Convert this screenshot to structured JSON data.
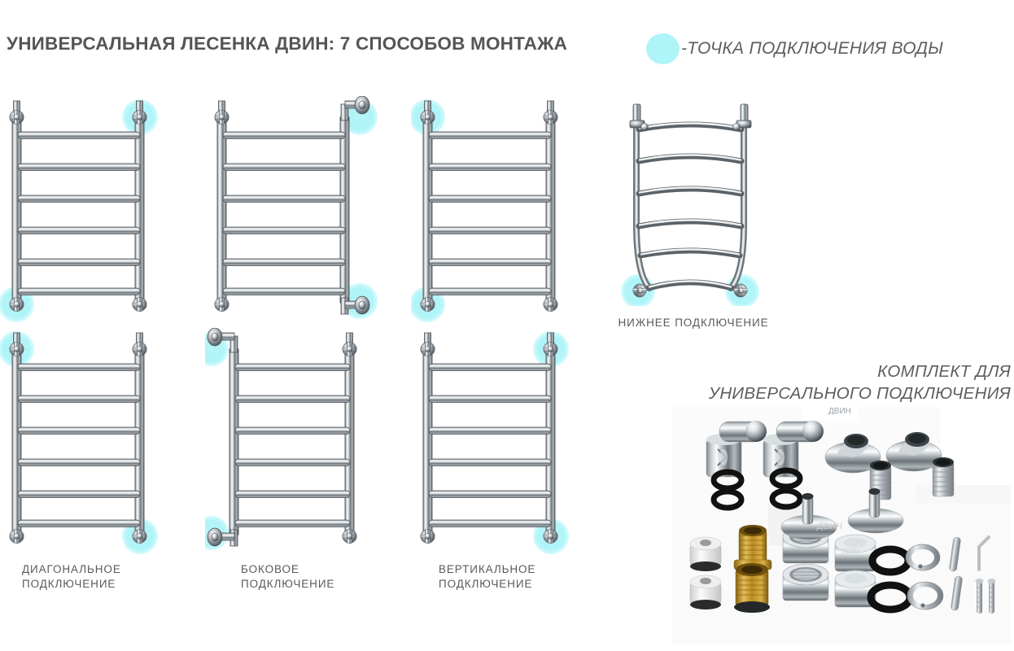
{
  "header": {
    "title": "УНИВЕРСАЛЬНАЯ ЛЕСЕНКА ДВИН: 7 СПОСОБОВ МОНТАЖА",
    "legend_text": "-ТОЧКА ПОДКЛЮЧЕНИЯ ВОДЫ",
    "legend_dot_name": "water-connection-point-marker",
    "title_color": "#555555",
    "legend_dot_color": "#aff4f8"
  },
  "diagrams": [
    {
      "id": "top-left",
      "type": "straight-ladder",
      "rungs": 6,
      "connection_points": [
        "top-right",
        "bottom-left"
      ],
      "caption": ""
    },
    {
      "id": "top-mid",
      "type": "straight-ladder-side-elbow-right",
      "rungs": 6,
      "connection_points": [
        "top-right",
        "bottom-right"
      ],
      "caption": ""
    },
    {
      "id": "top-right",
      "type": "straight-ladder",
      "rungs": 6,
      "connection_points": [
        "top-left",
        "bottom-left"
      ],
      "caption": ""
    },
    {
      "id": "bottom-connection",
      "type": "curved-ladder",
      "rungs": 6,
      "connection_points": [
        "bottom-left",
        "bottom-right"
      ],
      "caption": "НИЖНЕЕ ПОДКЛЮЧЕНИЕ"
    },
    {
      "id": "bot-left",
      "type": "straight-ladder",
      "rungs": 6,
      "connection_points": [
        "top-left",
        "bottom-right"
      ],
      "caption": "ДИАГОНАЛЬНОЕ\nПОДКЛЮЧЕНИЕ"
    },
    {
      "id": "bot-mid",
      "type": "straight-ladder-side-elbow-left",
      "rungs": 6,
      "connection_points": [
        "top-left",
        "bottom-left"
      ],
      "caption": "БОКОВОЕ\nПОДКЛЮЧЕНИЕ"
    },
    {
      "id": "bot-right",
      "type": "straight-ladder",
      "rungs": 6,
      "connection_points": [
        "top-right",
        "bottom-right"
      ],
      "caption": "ВЕРТИКАЛЬНОЕ\nПОДКЛЮЧЕНИЕ"
    }
  ],
  "captions": {
    "bottom_connection": "НИЖНЕЕ ПОДКЛЮЧЕНИЕ",
    "diagonal": "ДИАГОНАЛЬНОЕ\nПОДКЛЮЧЕНИЕ",
    "side": "БОКОВОЕ\nПОДКЛЮЧЕНИЕ",
    "vertical": "ВЕРТИКАЛЬНОЕ\nПОДКЛЮЧЕНИЕ"
  },
  "kit": {
    "title": "КОМПЛЕКТ ДЛЯ\nУНИВЕРСАЛЬНОГО ПОДКЛЮЧЕНИЯ",
    "photo_name": "universal-connection-kit-photo",
    "parts": [
      "chrome-angle-valve",
      "chrome-angle-valve",
      "rubber-o-ring",
      "rubber-o-ring",
      "rubber-o-ring",
      "rubber-o-ring",
      "chrome-cone-flange",
      "chrome-cone-flange",
      "threaded-nipple",
      "threaded-nipple",
      "white-plastic-plug",
      "white-plastic-plug",
      "brass-adapter",
      "brass-adapter",
      "chrome-nut",
      "chrome-nut",
      "chrome-cap",
      "chrome-cap",
      "rubber-gasket",
      "rubber-gasket",
      "metal-clamp-ring",
      "metal-clamp-ring",
      "metal-pin",
      "metal-pin",
      "hex-key",
      "screw",
      "screw"
    ]
  },
  "colors": {
    "chrome_light": "#f2f4f5",
    "chrome_mid": "#b8bec2",
    "chrome_dark": "#5d6468",
    "outline": "#4a5055",
    "cyan": "#aff4f8",
    "brass": "#c79a2e",
    "text": "#5a5a5a"
  }
}
